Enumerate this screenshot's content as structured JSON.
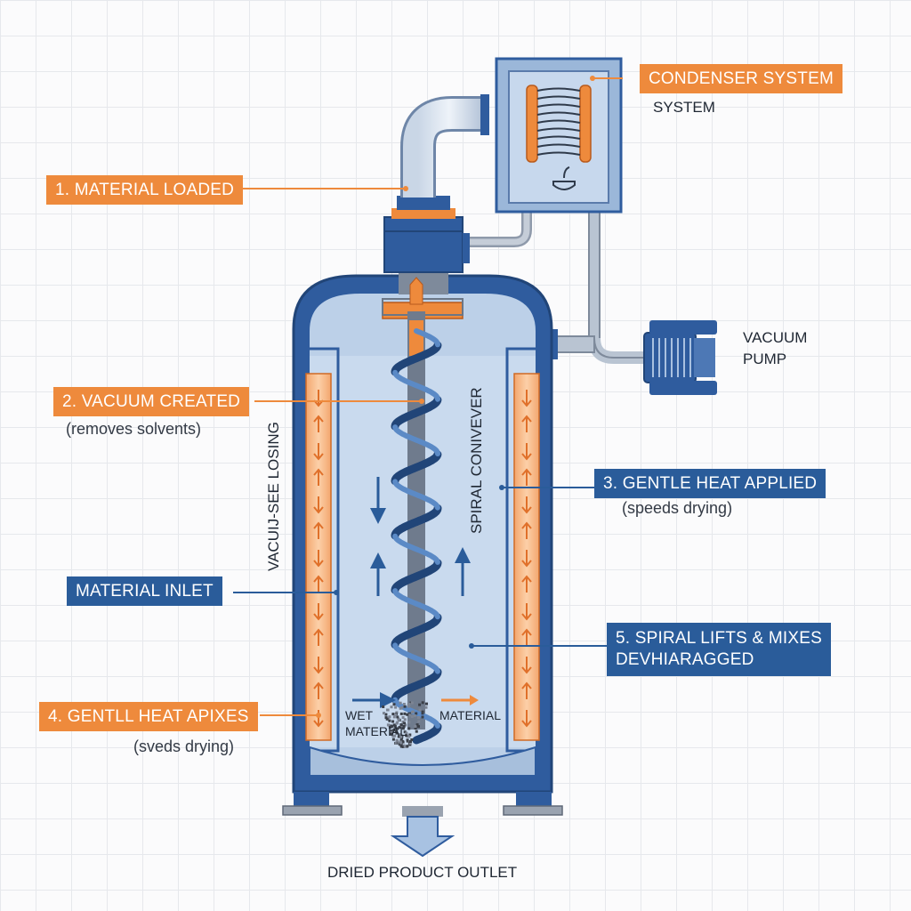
{
  "colors": {
    "orange": "#ee8a3c",
    "blue": "#2a5c9a",
    "vessel_blue": "#2f5c9e",
    "steel": "#9aa3b0",
    "background": "#fbfbfc"
  },
  "labels": {
    "condenser": "CONDENSER SYSTEM",
    "condenser_sub": "SYSTEM",
    "step1": "1. MATERIAL LOADED",
    "step2": "2. VACUUM CREATED",
    "step2_note": "(removes solvents)",
    "vacuum_pump": "VACUUM\nPUMP",
    "step3": "3. GENTLE HEAT APPLIED",
    "step3_note": "(speeds drying)",
    "material_inlet": "MATERIAL INLET",
    "step5": "5. SPIRAL LIFTS & MIXES\nDEVHIARAGGED",
    "step4": "4. GENTLL HEAT APIXES",
    "step4_note": "(sveds drying)",
    "vertical_left": "VACUIJ-SEE LOSING",
    "vertical_center": "SPIRAL CONIVEVER",
    "wet_material": "WET\nMATERIAL",
    "material": "MATERIAL",
    "outlet": "DRIED PRODUCT OUTLET"
  },
  "icons": [
    "condenser-coil-icon",
    "vacuum-pump-icon",
    "flow-arrow-icon",
    "outlet-arrow-icon"
  ]
}
